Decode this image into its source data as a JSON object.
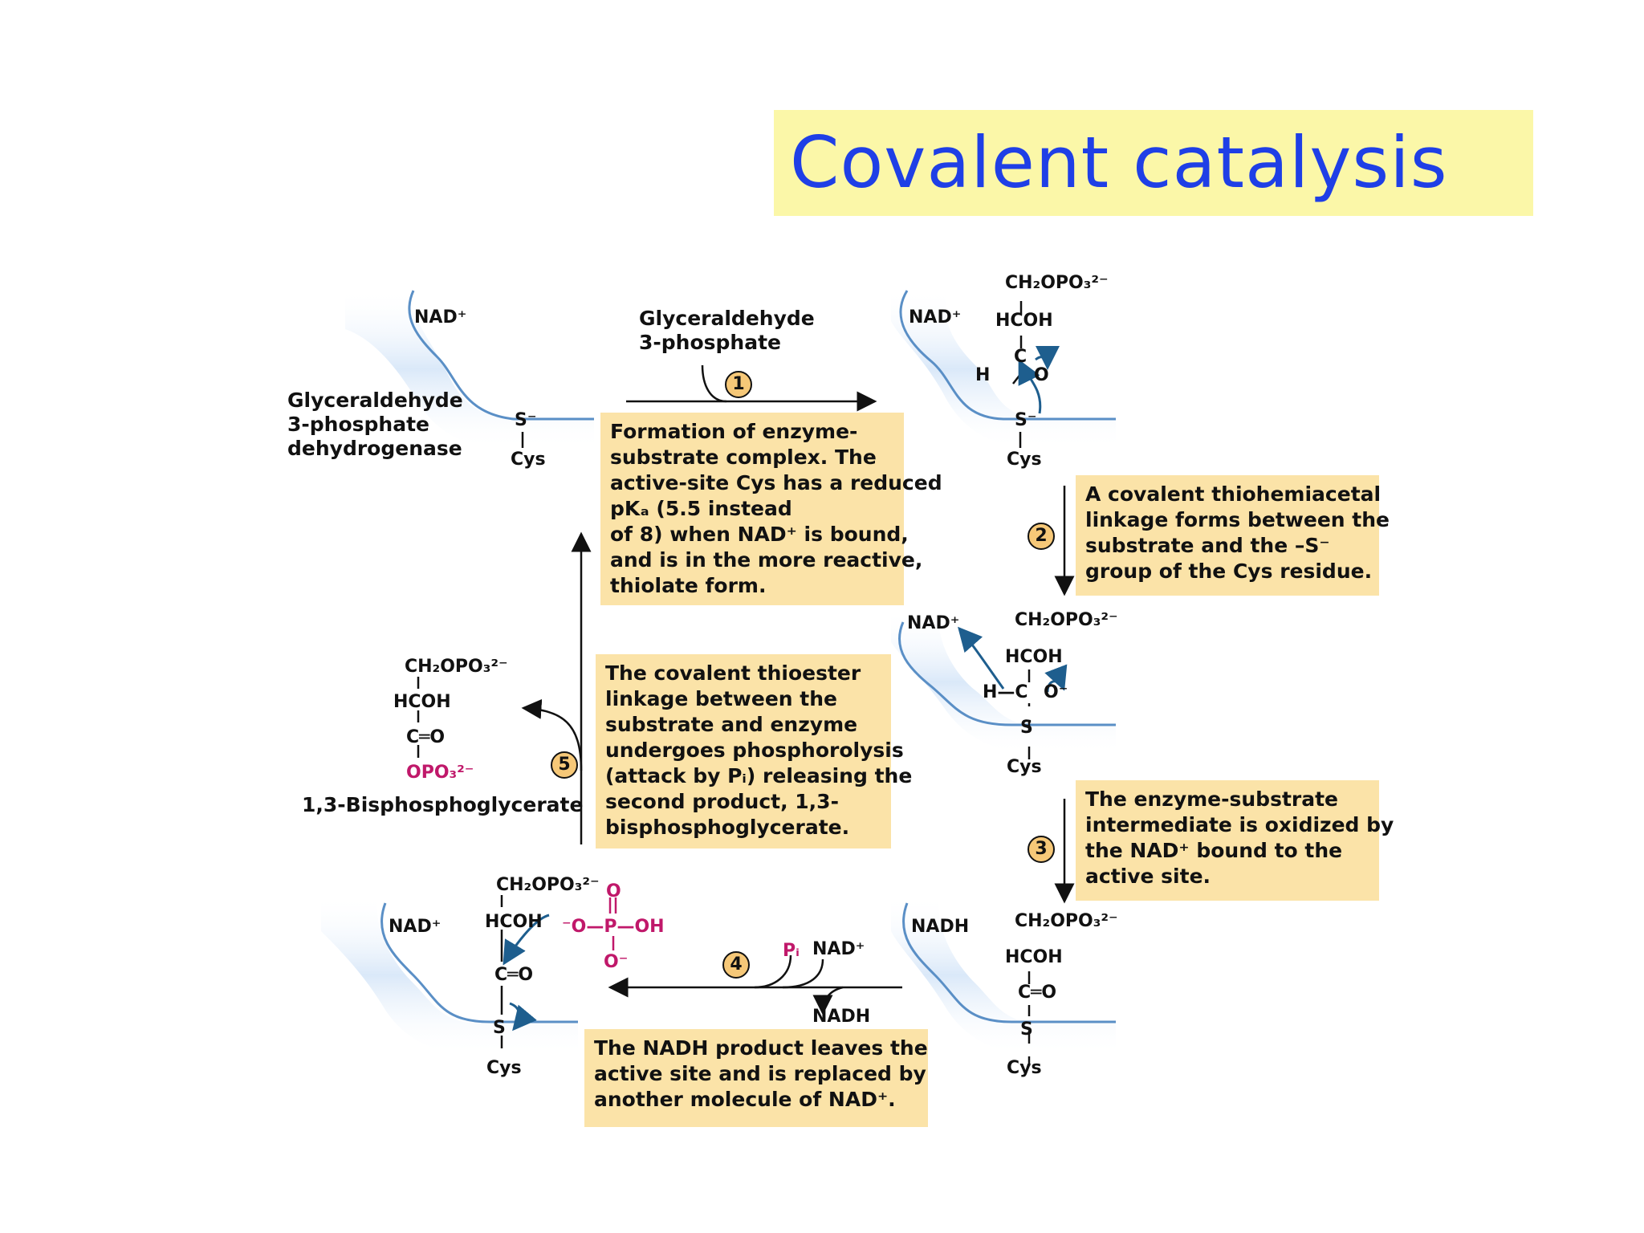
{
  "title": "Covalent catalysis",
  "labels": {
    "nad_plus": "NAD⁺",
    "nadh": "NADH",
    "cys": "Cys",
    "s_minus": "S⁻",
    "s": "S",
    "enzyme_name": [
      "Glyceraldehyde",
      "3-phosphate",
      "dehydrogenase"
    ],
    "substrate_name": [
      "Glyceraldehyde",
      "3-phosphate"
    ],
    "ch2opo3": "CH₂OPO₃²⁻",
    "hcoh": "HCOH",
    "c_eq_o": "C═O",
    "c": "C",
    "h": "H",
    "o": "O",
    "o_minus": "O⁻",
    "h_c": "H—C",
    "opo3_pink": "OPO₃²⁻",
    "product_name": "1,3-Bisphosphoglycerate",
    "phosphate_o_top": "O",
    "phosphate_o_minus": "O⁻",
    "phosphate_chain": "⁻O—P—OH",
    "pi": "Pᵢ",
    "nad_plus_small": "NAD⁺",
    "nadh_small": "NADH"
  },
  "steps": [
    "1",
    "2",
    "3",
    "4",
    "5"
  ],
  "annotations": {
    "step1": [
      "Formation of enzyme-",
      "substrate complex. The",
      "active-site Cys has a reduced",
      "pKₐ (5.5 instead",
      "of 8) when NAD⁺ is bound,",
      "and is in the more reactive,",
      "thiolate form."
    ],
    "step2": [
      "A covalent thiohemiacetal",
      "linkage forms between the",
      "substrate and the –S⁻",
      "group of the Cys residue."
    ],
    "step3": [
      "The enzyme-substrate",
      "intermediate is oxidized by",
      "the NAD⁺ bound to the",
      "active site."
    ],
    "step4": [
      "The NADH product leaves the",
      "active site and is replaced by",
      "another molecule of NAD⁺."
    ],
    "step5": [
      "The covalent thioester",
      "linkage between the",
      "substrate and enzyme",
      "undergoes phosphorolysis",
      "(attack by Pᵢ) releasing the",
      "second product, 1,3-",
      "bisphosphoglycerate."
    ]
  },
  "colors": {
    "title_bg": "#fbf7a8",
    "title_text": "#1f3fe6",
    "annotation_bg": "#fbe3a8",
    "step_circle": "#f6c878",
    "enzyme_surface": "#d6e6f8",
    "enzyme_edge": "#5a8fc6",
    "phosphate": "#c0186a",
    "mech_arrow": "#1e5e8e"
  }
}
